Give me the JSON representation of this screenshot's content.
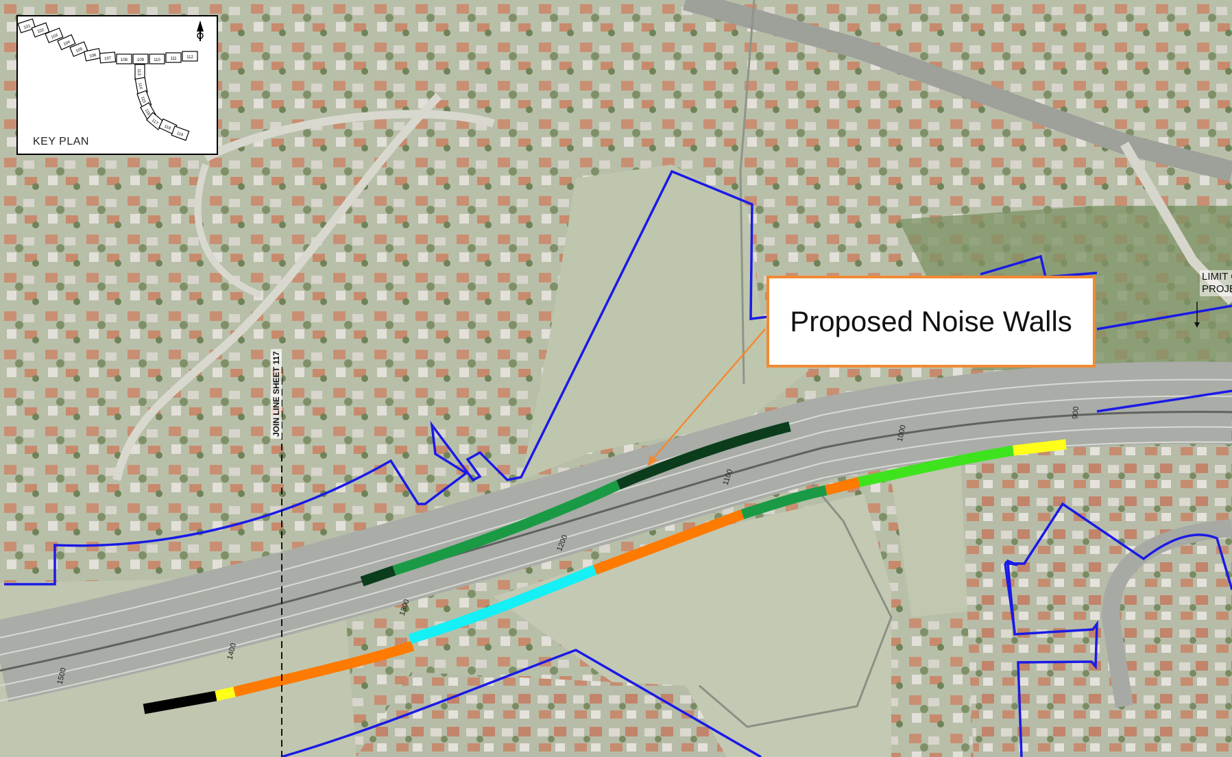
{
  "callout": {
    "text": "Proposed Noise Walls",
    "border_color": "#f08a35"
  },
  "key_plan": {
    "label": "KEY PLAN",
    "sheets_upper": [
      "101",
      "102",
      "103",
      "104",
      "105",
      "106",
      "107",
      "108",
      "109",
      "110",
      "111",
      "112"
    ],
    "sheets_lower": [
      "113",
      "114",
      "115",
      "116",
      "117",
      "118",
      "119"
    ]
  },
  "join_line": {
    "text": "JOIN LINE SHEET 117"
  },
  "limit_text": [
    "LIMIT OF",
    "PROJECT"
  ],
  "chainages": [
    "1500",
    "1400",
    "1300",
    "1200",
    "1100",
    "1000",
    "900"
  ],
  "colors": {
    "project_boundary": "#1a1ae6",
    "wall_dark_green": "#0b3d1c",
    "wall_mid_green": "#1a9a45",
    "wall_bright_green": "#3ee31e",
    "wall_orange": "#ff7a00",
    "wall_cyan": "#14f0f5",
    "wall_yellow": "#ffff1a",
    "wall_black": "#000000",
    "road": "#a9aca7",
    "terrain": "#c6cbb8"
  }
}
